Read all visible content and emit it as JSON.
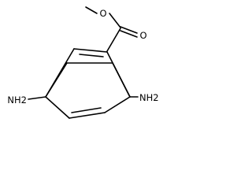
{
  "molecule": {
    "atoms": {
      "methoxy_oxygen": "O",
      "carbonyl_oxygen": "O",
      "amine_left": "NH2",
      "amine_right": "NH2"
    }
  }
}
